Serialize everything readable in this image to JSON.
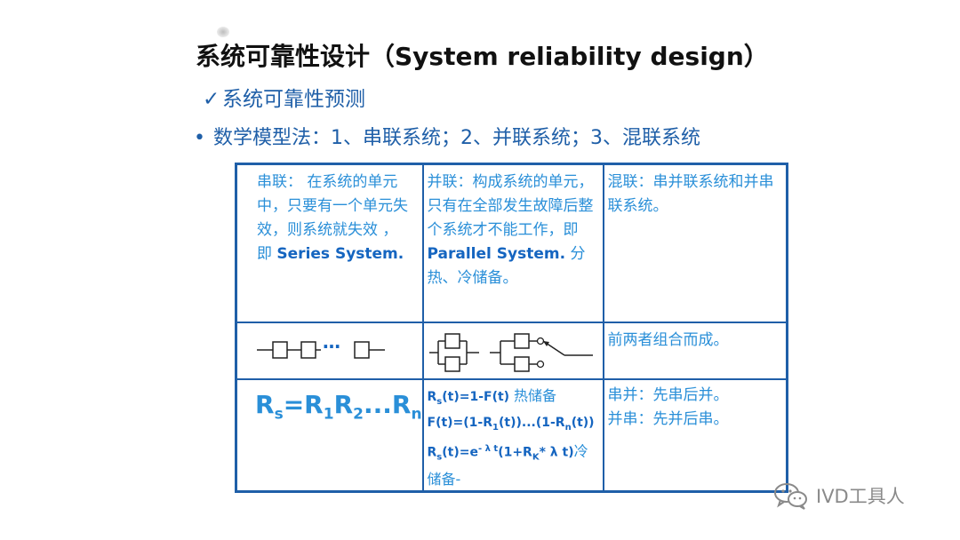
{
  "slide": {
    "title": "系统可靠性设计（System reliability design）",
    "check_mark": "✓",
    "subtitle": "系统可靠性预测",
    "bullet": "•",
    "bullet_text": "数学模型法：1、串联系统；2、并联系统；3、混联系统"
  },
  "table": {
    "row1": {
      "series": {
        "text": "串联： 在系统的单元中，只要有一个单元失效，则系统就失效 ， 即",
        "en": "Series System."
      },
      "parallel": {
        "text": "并联：构成系统的单元，只有在全部发生故障后整个系统才不能工作，即",
        "en": "Parallel System.",
        "after": "分热、冷储备。"
      },
      "mixed": {
        "text": "混联：串并联系统和并串联系统。"
      }
    },
    "row2": {
      "series_ellipsis": "…",
      "mixed": "前两者组合而成。"
    },
    "row3": {
      "series_formula": {
        "r": "R",
        "s": "s",
        "eq": "=",
        "r1": "R",
        "i1": "1",
        "r2": "R",
        "i2": "2",
        "dots": "...",
        "rn": "R",
        "n": "n"
      },
      "parallel_formulas": {
        "l1_a": "R",
        "l1_s": "s",
        "l1_b": "(t)=1-F(t)",
        "l1_c": "热储备",
        "l2_a": "F(t)=(1-R",
        "l2_1": "1",
        "l2_b": "(t))...(1-R",
        "l2_n": "n",
        "l2_c": "(t))",
        "l3_a": "R",
        "l3_s": "s",
        "l3_b": "(t)=e",
        "l3_exp": "- λ t",
        "l3_c": "(1+R",
        "l3_k": "K",
        "l3_d": "* λ t)",
        "l3_e": "冷",
        "l4": "储备-"
      },
      "mixed_1": "串并：先串后并。",
      "mixed_2": "并串：先并后串。"
    }
  },
  "watermark": {
    "icon": "wechat-icon",
    "text": "IVD工具人"
  },
  "colors": {
    "accent_blue": "#1f5fa8",
    "text_blue": "#2a8fd8",
    "watermark_gray": "#8a8a8a"
  }
}
